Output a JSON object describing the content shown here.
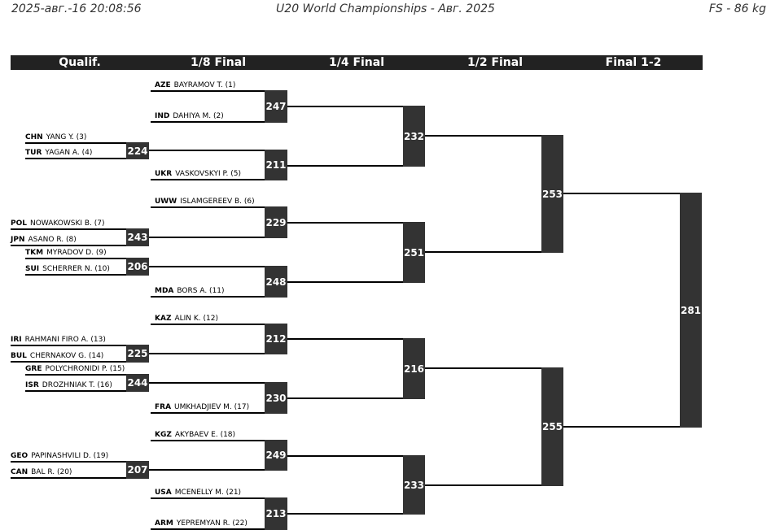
{
  "header": {
    "date": "2025-авг.-16 20:08:56",
    "title": "U20 World Championships - Авг. 2025",
    "category": "FS - 86 kg"
  },
  "rounds": [
    "Qualif.",
    "1/8 Final",
    "1/4 Final",
    "1/2 Final",
    "Final 1-2"
  ],
  "athletes": [
    {
      "noc": "AZE",
      "name": "BAYRAMOV T. (1)"
    },
    {
      "noc": "IND",
      "name": "DAHIYA M. (2)"
    },
    {
      "noc": "CHN",
      "name": "YANG Y. (3)"
    },
    {
      "noc": "TUR",
      "name": "YAGAN A. (4)"
    },
    {
      "noc": "UKR",
      "name": "VASKOVSKYI P. (5)"
    },
    {
      "noc": "UWW",
      "name": "ISLAMGEREEV B. (6)"
    },
    {
      "noc": "POL",
      "name": "NOWAKOWSKI B. (7)"
    },
    {
      "noc": "JPN",
      "name": "ASANO R. (8)"
    },
    {
      "noc": "TKM",
      "name": "MYRADOV D. (9)"
    },
    {
      "noc": "SUI",
      "name": "SCHERRER N. (10)"
    },
    {
      "noc": "MDA",
      "name": "BORS A. (11)"
    },
    {
      "noc": "KAZ",
      "name": "ALIN K. (12)"
    },
    {
      "noc": "IRI",
      "name": "RAHMANI FIRO A. (13)"
    },
    {
      "noc": "BUL",
      "name": "CHERNAKOV G. (14)"
    },
    {
      "noc": "GRE",
      "name": "POLYCHRONIDI P. (15)"
    },
    {
      "noc": "ISR",
      "name": "DROZHNIAK T. (16)"
    },
    {
      "noc": "FRA",
      "name": "UMKHADJIEV M. (17)"
    },
    {
      "noc": "KGZ",
      "name": "AKYBAEV E. (18)"
    },
    {
      "noc": "GEO",
      "name": "PAPINASHVILI D. (19)"
    },
    {
      "noc": "CAN",
      "name": "BAL R. (20)"
    },
    {
      "noc": "USA",
      "name": "MCENELLY M. (21)"
    },
    {
      "noc": "ARM",
      "name": "YEPREMYAN R. (22)"
    }
  ],
  "bouts": {
    "qualif": [
      "224",
      "243",
      "206",
      "225",
      "244",
      "207"
    ],
    "r16": [
      "247",
      "211",
      "229",
      "248",
      "212",
      "230",
      "249",
      "213"
    ],
    "qf": [
      "232",
      "251",
      "216",
      "233"
    ],
    "sf": [
      "253",
      "255"
    ],
    "final": [
      "281"
    ]
  }
}
